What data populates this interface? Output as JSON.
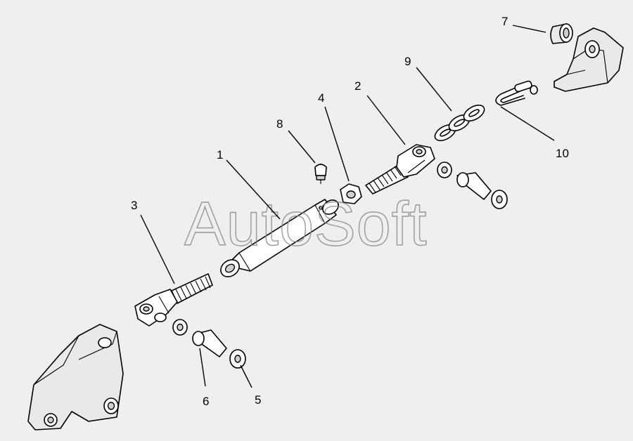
{
  "watermark": "AutoSoft",
  "callouts": [
    {
      "id": "1",
      "text": "1"
    },
    {
      "id": "2",
      "text": "2"
    },
    {
      "id": "3",
      "text": "3"
    },
    {
      "id": "4",
      "text": "4"
    },
    {
      "id": "5",
      "text": "5"
    },
    {
      "id": "6",
      "text": "6"
    },
    {
      "id": "7",
      "text": "7"
    },
    {
      "id": "8",
      "text": "8"
    },
    {
      "id": "9",
      "text": "9"
    },
    {
      "id": "10",
      "text": "10"
    }
  ]
}
